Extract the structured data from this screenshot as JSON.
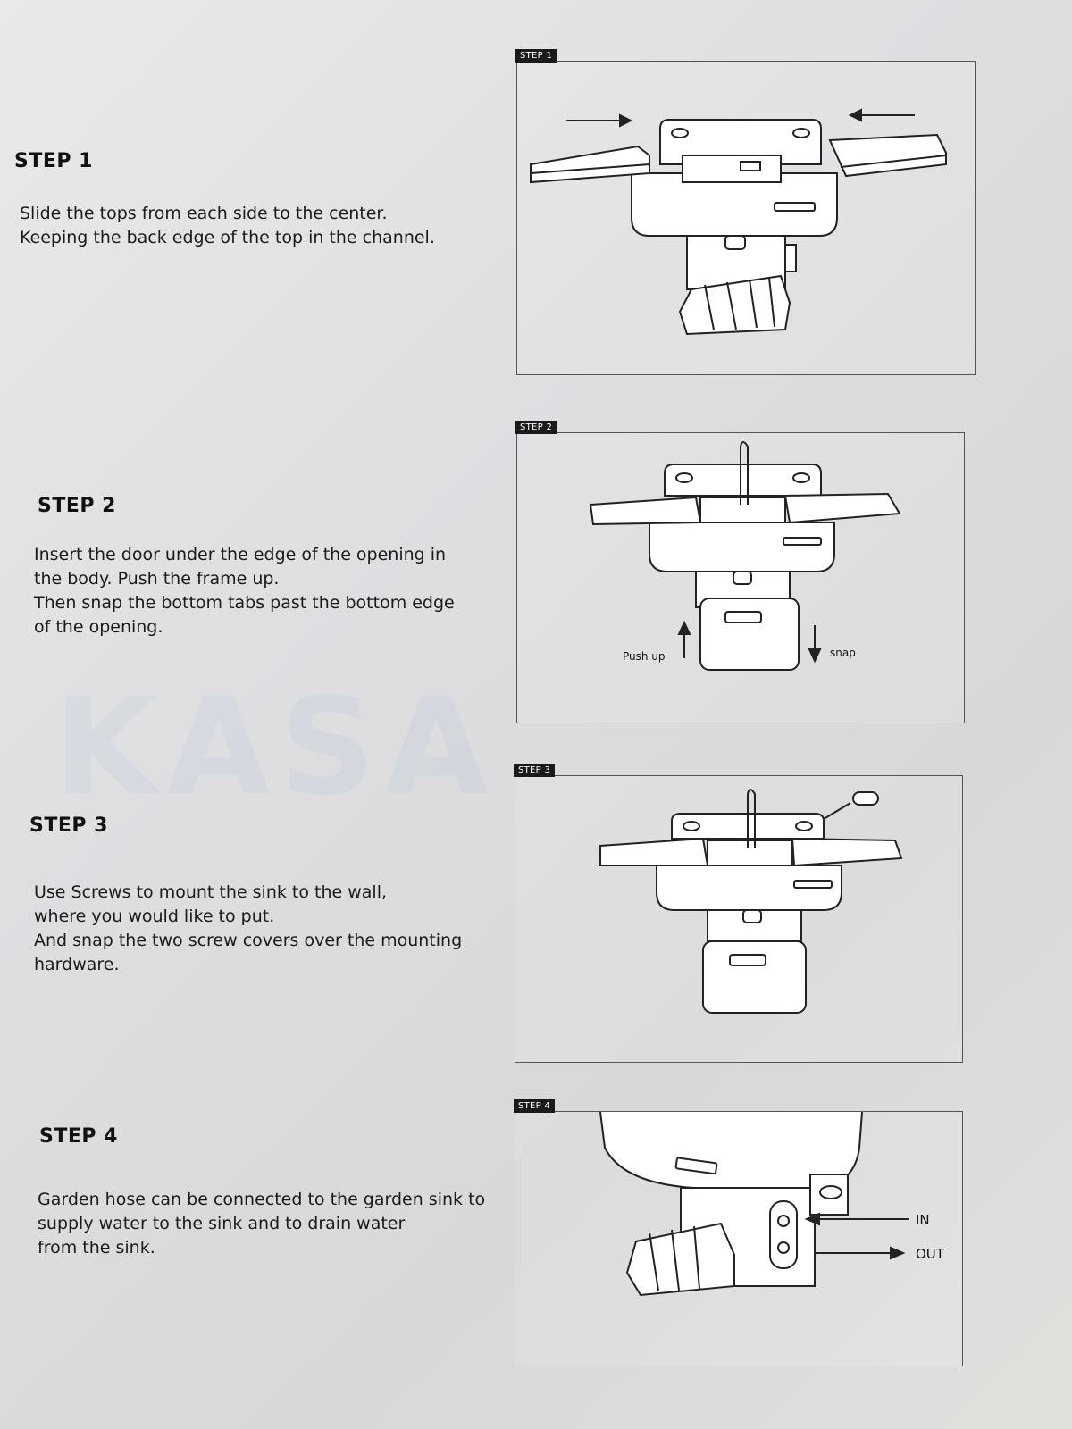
{
  "steps": [
    {
      "heading": "STEP 1",
      "lines": [
        "Slide the tops from each side to the center.",
        "Keeping the back edge of the top in the channel."
      ],
      "panel_tag": "STEP 1"
    },
    {
      "heading": "STEP 2",
      "lines": [
        "Insert the door under the edge of the opening in",
        "the body. Push the frame up.",
        "Then snap the bottom tabs past the bottom edge",
        "of the opening."
      ],
      "panel_tag": "STEP 2",
      "labels": {
        "push_up": "Push up",
        "snap": "snap"
      }
    },
    {
      "heading": "STEP 3",
      "lines": [
        "Use Screws to mount the sink to the wall,",
        "where you would like to put.",
        "And snap the two screw covers over the mounting",
        "hardware."
      ],
      "panel_tag": "STEP 3"
    },
    {
      "heading": "STEP 4",
      "lines": [
        "Garden hose can be connected to the garden sink to",
        "supply water to the sink and to drain water",
        "from the sink."
      ],
      "panel_tag": "STEP 4",
      "labels": {
        "in": "IN",
        "out": "OUT"
      }
    }
  ],
  "watermark": "KASA"
}
